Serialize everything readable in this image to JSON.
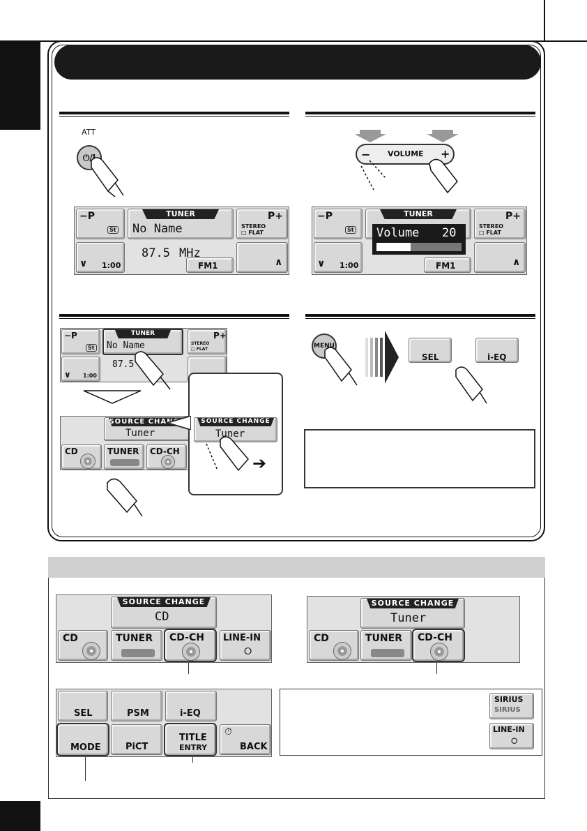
{
  "diagram": {
    "att_label": "ATT",
    "power_key": "⏻/I",
    "volume_label": "VOLUME",
    "volume_minus": "−",
    "volume_plus": "+",
    "menu_key": "MENU",
    "display": {
      "tuner_header": "TUNER",
      "station_name": "No Name",
      "frequency": "87.5",
      "unit": "MHz",
      "band": "FM1",
      "clock": "1:00",
      "preset_down": "−P",
      "preset_up": "P+",
      "st": "St",
      "stereo": "STEREO",
      "flat": "□ FLAT",
      "down_arrow": "∨",
      "up_arrow": "∧",
      "volume_text": "Volume",
      "volume_value": "20",
      "volume_value_num": 20,
      "tuner_partial_freq": "87.5"
    },
    "source_change": {
      "header": "SOURCE CHANGE",
      "tuner_value": "Tuner",
      "cd_value": "CD",
      "cd_key": "CD",
      "tuner_key": "TUNER",
      "cdch_key": "CD-CH",
      "linein_key": "LINE-IN",
      "sirius_key": "SIRIUS",
      "sirius_sub": "SIRIUS"
    },
    "menu_keys": {
      "sel": "SEL",
      "ieq": "i-EQ",
      "psm": "PSM",
      "mode": "MODE",
      "pict": "PiCT",
      "title1": "TITLE",
      "title2": "ENTRY",
      "back": "BACK"
    },
    "arrow_right": "➔"
  }
}
